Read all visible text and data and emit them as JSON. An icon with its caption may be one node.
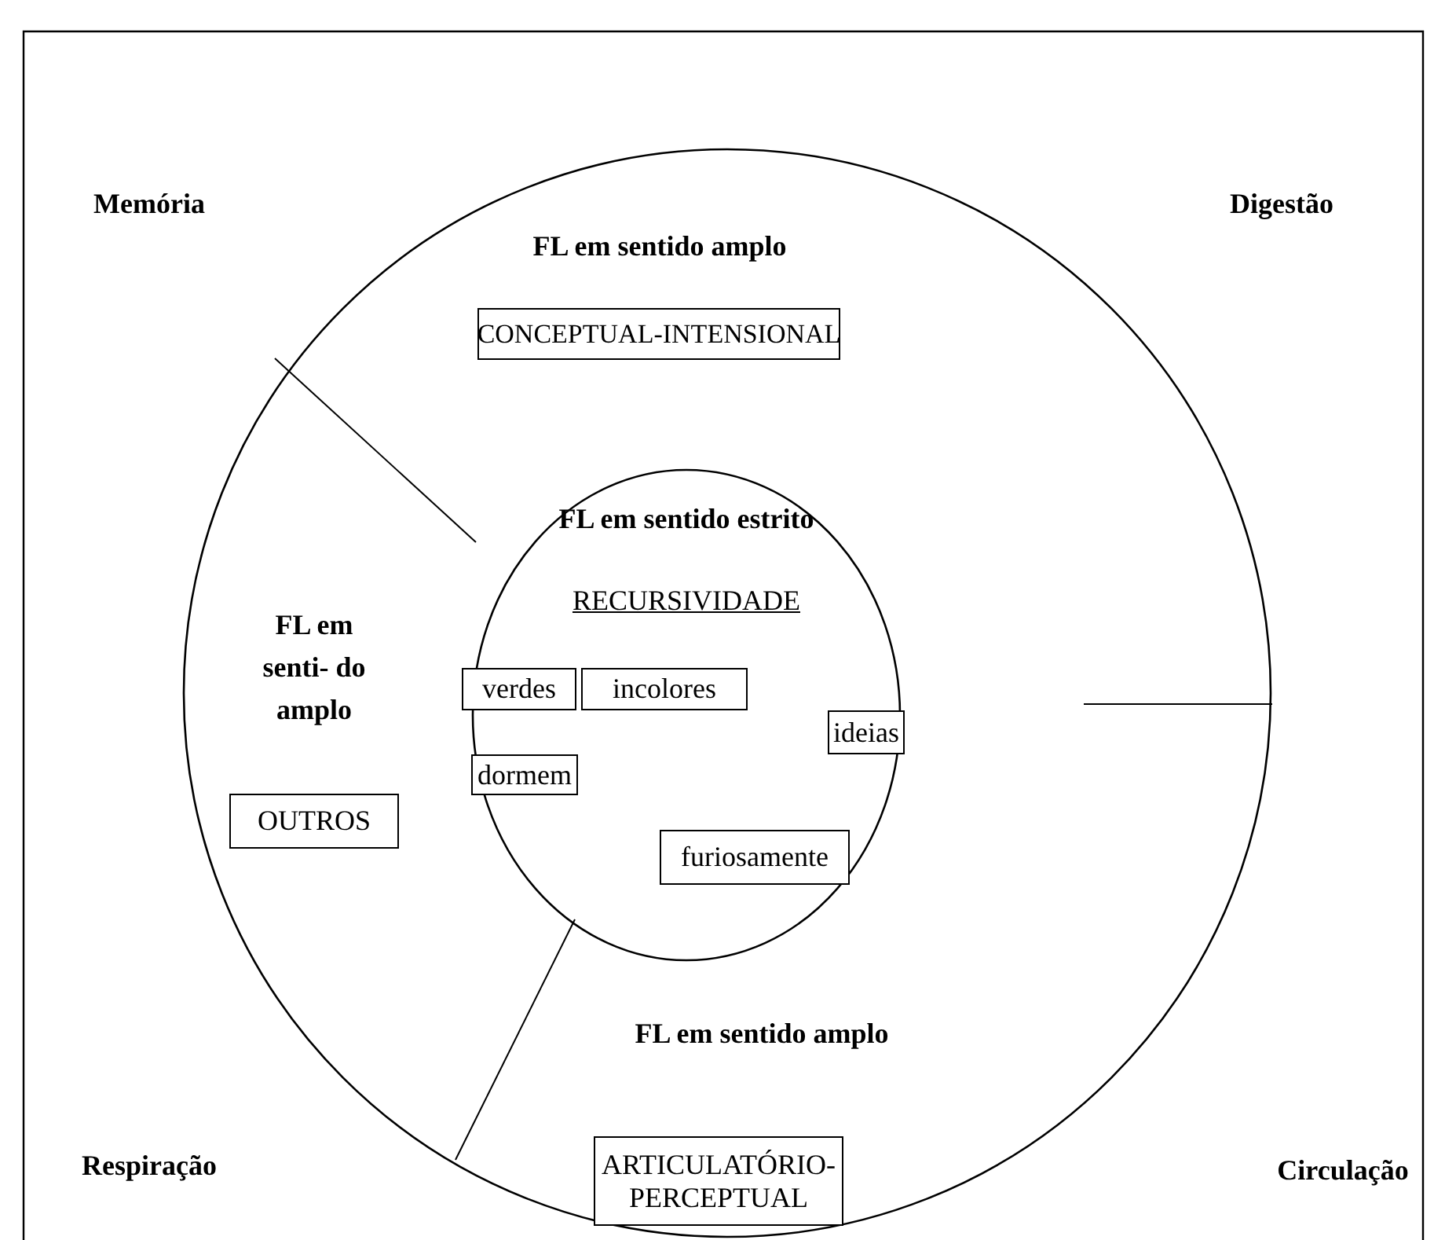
{
  "diagram": {
    "nodes": [
      {
        "text": [],
        "shape": "circle"
      },
      {
        "text": [
          "FL em sentido estrito",
          "RECURSIVIDADE"
        ],
        "in": 0
      },
      {
        "text": [
          "CONCEPTUAL-INTENSIONAL"
        ],
        "in": 0
      },
      {
        "text": [
          "verdes"
        ],
        "in": 1
      },
      {
        "text": [
          "incolores"
        ],
        "in": 1
      },
      {
        "text": [
          "ideias"
        ],
        "in": 1
      },
      {
        "text": [
          "dormem"
        ],
        "in": 1
      },
      {
        "text": [
          "OUTROS"
        ],
        "in": 0
      },
      {
        "text": [
          "furiosamente"
        ],
        "in": 1
      },
      {
        "text": [
          "ARTICULATÓRIO- PERCEPTUAL"
        ],
        "in": 0
      }
    ],
    "edges": [],
    "labels": [
      "Memória",
      "Digestão",
      "FL em sentido amplo",
      "FL em senti- do amplo",
      "FL em sentido amplo",
      "Respiração",
      "Circulação"
    ]
  }
}
